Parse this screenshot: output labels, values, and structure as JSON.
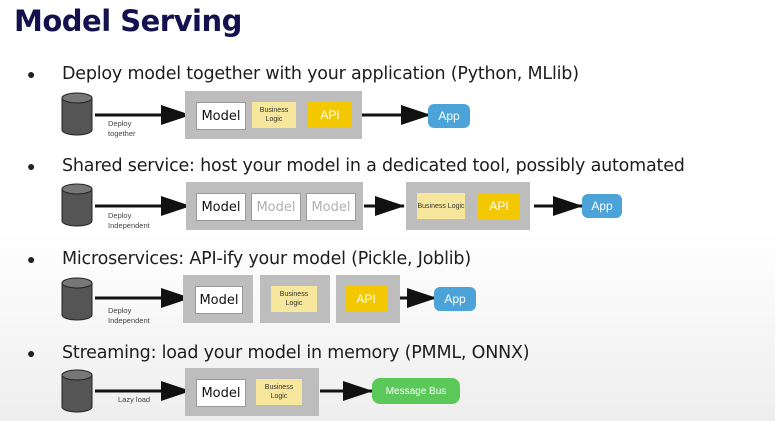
{
  "title": "Model Serving",
  "bullets": [
    "Deploy model together with your application (Python, MLlib)",
    "Shared service: host your model in a dedicated tool, possibly automated",
    "Microservices: API-ify your model (Pickle, Joblib)",
    "Streaming: load your model in memory (PMML, ONNX)"
  ],
  "bullet_glyph": "●",
  "labels": {
    "model": "Model",
    "business_logic": "Business Logic",
    "api": "API",
    "app": "App",
    "message_bus": "Message Bus",
    "deploy_together": "Deploy together",
    "deploy_independent": "Deploy Independent",
    "lazy_load": "Lazy load"
  },
  "colors": {
    "title": "#15104e",
    "api": "#f4c800",
    "app": "#4ba3d8",
    "business_logic": "#f6e79c",
    "message_bus": "#5bc85a",
    "container": "#bdbdbd"
  }
}
